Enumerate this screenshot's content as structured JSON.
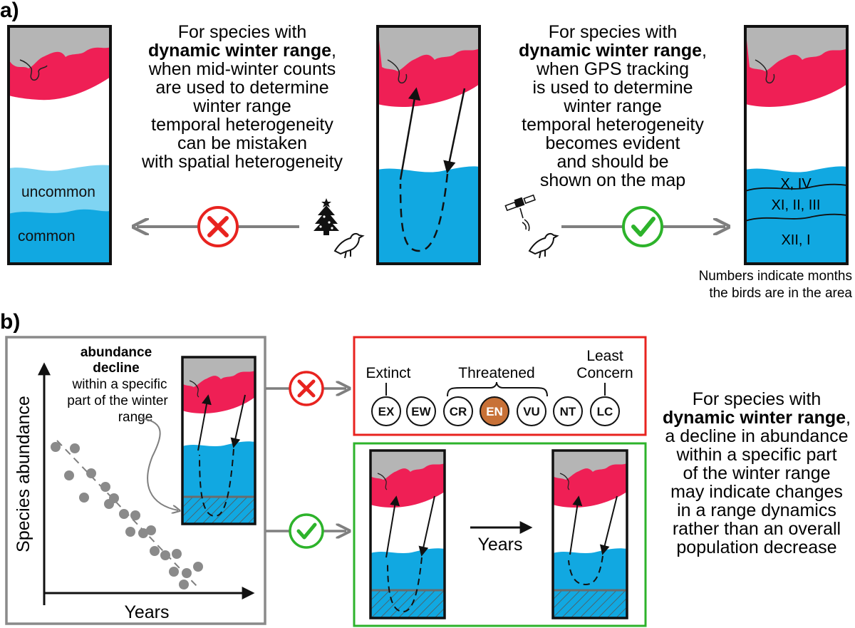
{
  "panel_a": {
    "label": "a)",
    "map1": {
      "uncommon_label": "uncommon",
      "common_label": "common"
    },
    "left_text": {
      "line1": "For species with",
      "line2_bold": "dynamic winter range",
      "line2_tail": ",",
      "line3": "when mid-winter counts",
      "line4": "are used to determine",
      "line5": "winter range",
      "line6": "temporal heterogeneity",
      "line7": "can be mistaken",
      "line8": "with spatial heterogeneity"
    },
    "right_text": {
      "line1": "For species with",
      "line2_bold": "dynamic winter range",
      "line2_tail": ",",
      "line3": "when GPS tracking",
      "line4": "is used to determine",
      "line5": "winter range",
      "line6": "temporal heterogeneity",
      "line7": "becomes evident",
      "line8": "and should be",
      "line9": "shown on the map"
    },
    "months": {
      "band1": "X, IV",
      "band2": "XI, II, III",
      "band3": "XII, I"
    },
    "note": {
      "line1": "Numbers indicate months",
      "line2": "the birds are in the area"
    },
    "icons": [
      "christmas-tree-icon",
      "bird-icon",
      "satellite-icon",
      "cross-icon",
      "check-icon"
    ]
  },
  "panel_b": {
    "label": "b)",
    "graph": {
      "annotation_bold1": "abundance",
      "annotation_bold2": "decline",
      "annotation_line3": "within a specific",
      "annotation_line4": "part of the winter",
      "annotation_line5": "range",
      "ylabel": "Species abundance",
      "xlabel": "Years"
    },
    "iucn": {
      "group_extinct": "Extinct",
      "group_threatened": "Threatened",
      "group_lc1": "Least",
      "group_lc2": "Concern",
      "categories": [
        "EX",
        "EW",
        "CR",
        "EN",
        "VU",
        "NT",
        "LC"
      ],
      "highlight": "EN",
      "highlight_color": "#c87137"
    },
    "years_arrow_label": "Years",
    "right_text": {
      "line1": "For species with",
      "line2_bold": "dynamic winter range",
      "line2_tail": ",",
      "line3": "a decline in abundance",
      "line4": "within a specific part",
      "line5": "of the winter range",
      "line6": "may indicate changes",
      "line7": "in a range dynamics",
      "line8": "rather than an overall",
      "line9": "population decrease"
    }
  },
  "colors": {
    "land": "#b5b5b5",
    "red_range": "#ef1f55",
    "blue_range": "#11a8e1",
    "light_blue": "#7fd4f2",
    "bad": "#e8231f",
    "good": "#2db32b",
    "arrow_grey": "#7f7f7f"
  }
}
